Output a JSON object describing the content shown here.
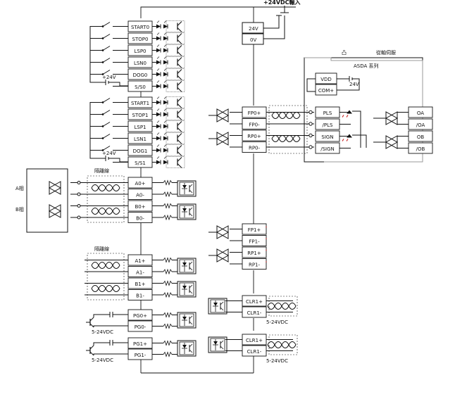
{
  "power": {
    "label": "+24VDC輸入",
    "v24": "24V",
    "v0": "0V"
  },
  "left_inputs_0": [
    "START0",
    "STOP0",
    "LSP0",
    "LSN0",
    "DOG0",
    "S/S0"
  ],
  "left_inputs_1": [
    "START1",
    "STOP1",
    "LSP1",
    "LSN1",
    "DOG1",
    "S/S1"
  ],
  "plus24_label": "+24V",
  "shield_label": "隔離線",
  "encoder_a_label": "A相",
  "encoder_b_label": "B相",
  "encoder_group_0": [
    "A0+",
    "A0-",
    "B0+",
    "B0-"
  ],
  "encoder_group_1": [
    "A1+",
    "A1-",
    "B1+",
    "B1-"
  ],
  "pg_group": [
    "PG0+",
    "PG0-",
    "PG1+",
    "PG1-"
  ],
  "pg_voltage_label": "5-24VDC",
  "pulse_out_0": [
    "FP0+",
    "FP0-",
    "RP0+",
    "RP0-"
  ],
  "pulse_out_1": [
    "FP1+",
    "FP1-",
    "RP1+",
    "RP1-"
  ],
  "clr_group": [
    "CLR1+",
    "CLR1-",
    "CLR1+",
    "CLR1-"
  ],
  "clr_voltage_label": "5-24VDC",
  "servo": {
    "title": "從軸伺服",
    "model": "ASDA 系列",
    "terminals": [
      "VDD",
      "COM+",
      "PLS",
      "/PLS",
      "SIGN",
      "/SIGN"
    ],
    "outputs": [
      "OA",
      "/OA",
      "OB",
      "/OB"
    ],
    "v24": "24V"
  }
}
